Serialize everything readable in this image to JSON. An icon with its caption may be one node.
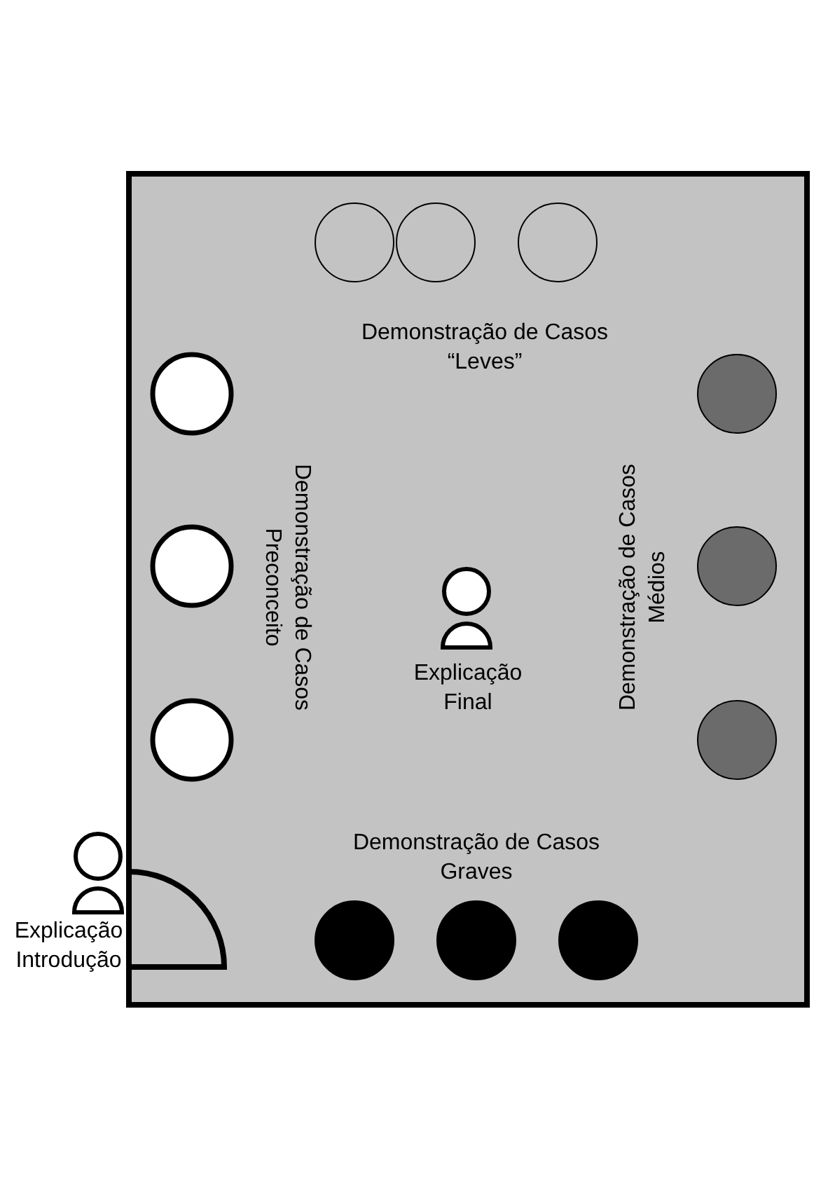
{
  "diagram": {
    "labels": [
      "Demonstração de Casos “Leves”",
      "Demonstração de Casos Preconceito",
      "Demonstração de Casos Médios",
      "Explicação Final",
      "Demonstração de Casos Graves",
      "Explicação Introdução"
    ]
  }
}
